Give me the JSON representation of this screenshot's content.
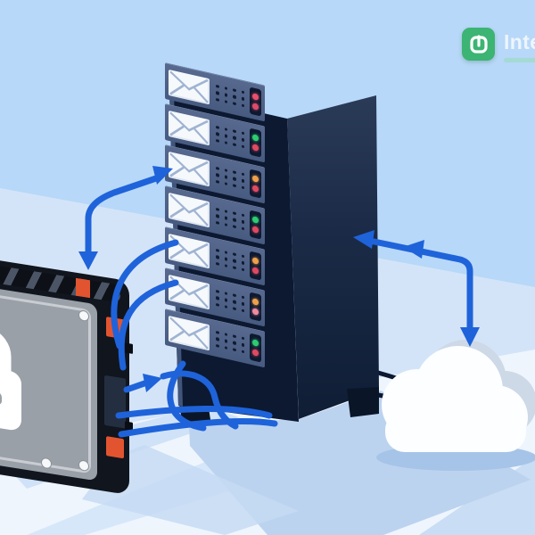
{
  "brand": {
    "name": "Internxt",
    "badge_color": "#3cb473",
    "badge_icon": "internxt-power-u-icon"
  },
  "rack": {
    "name": "mail-server-rack",
    "unit_count": 7,
    "units": [
      {
        "icon": "envelope-icon",
        "leds": [
          "#e8506a",
          "#df4a6b"
        ]
      },
      {
        "icon": "envelope-icon",
        "leds": [
          "#2ecc71",
          "#e04a60"
        ]
      },
      {
        "icon": "envelope-icon",
        "leds": [
          "#f0a04a",
          "#e04a60"
        ]
      },
      {
        "icon": "envelope-icon",
        "leds": [
          "#2ecc71",
          "#e04a60"
        ]
      },
      {
        "icon": "envelope-icon",
        "leds": [
          "#f0a04a",
          "#e04a60"
        ]
      },
      {
        "icon": "envelope-icon",
        "leds": [
          "#f0a04a",
          "#ef8ba1"
        ]
      },
      {
        "icon": "envelope-icon",
        "leds": [
          "#2ecc71",
          "#e04a60"
        ]
      }
    ]
  },
  "drive": {
    "name": "encrypted-hard-drive",
    "icon": "padlock-plus-icon",
    "accent_color": "#e25430"
  },
  "cloud": {
    "name": "cloud-storage",
    "icon": "cloud-icon"
  },
  "connections": {
    "arrow_color": "#1f63da",
    "dark_cable_color": "#0c1830",
    "drive_rack_bidirectional_arrow": true,
    "rack_cloud_arrow": true,
    "blue_cable_count": 6
  },
  "palette": {
    "sky": "#b7d8f8",
    "mid_plane": "#d4e4f8",
    "floor": "#eef5fd",
    "rack_front": "#0c1931",
    "unit_face": "#50628a",
    "envelope": "#f6f9fc",
    "rack_top": "#8e9ab0",
    "drive_body": "#11151d",
    "drive_plate": "#9aa0a8",
    "lock": "#ffffff",
    "cloud_white": "#fdfeff",
    "cloud_back": "#cdd9e7",
    "shadow_blue": "#bcd3ef"
  }
}
